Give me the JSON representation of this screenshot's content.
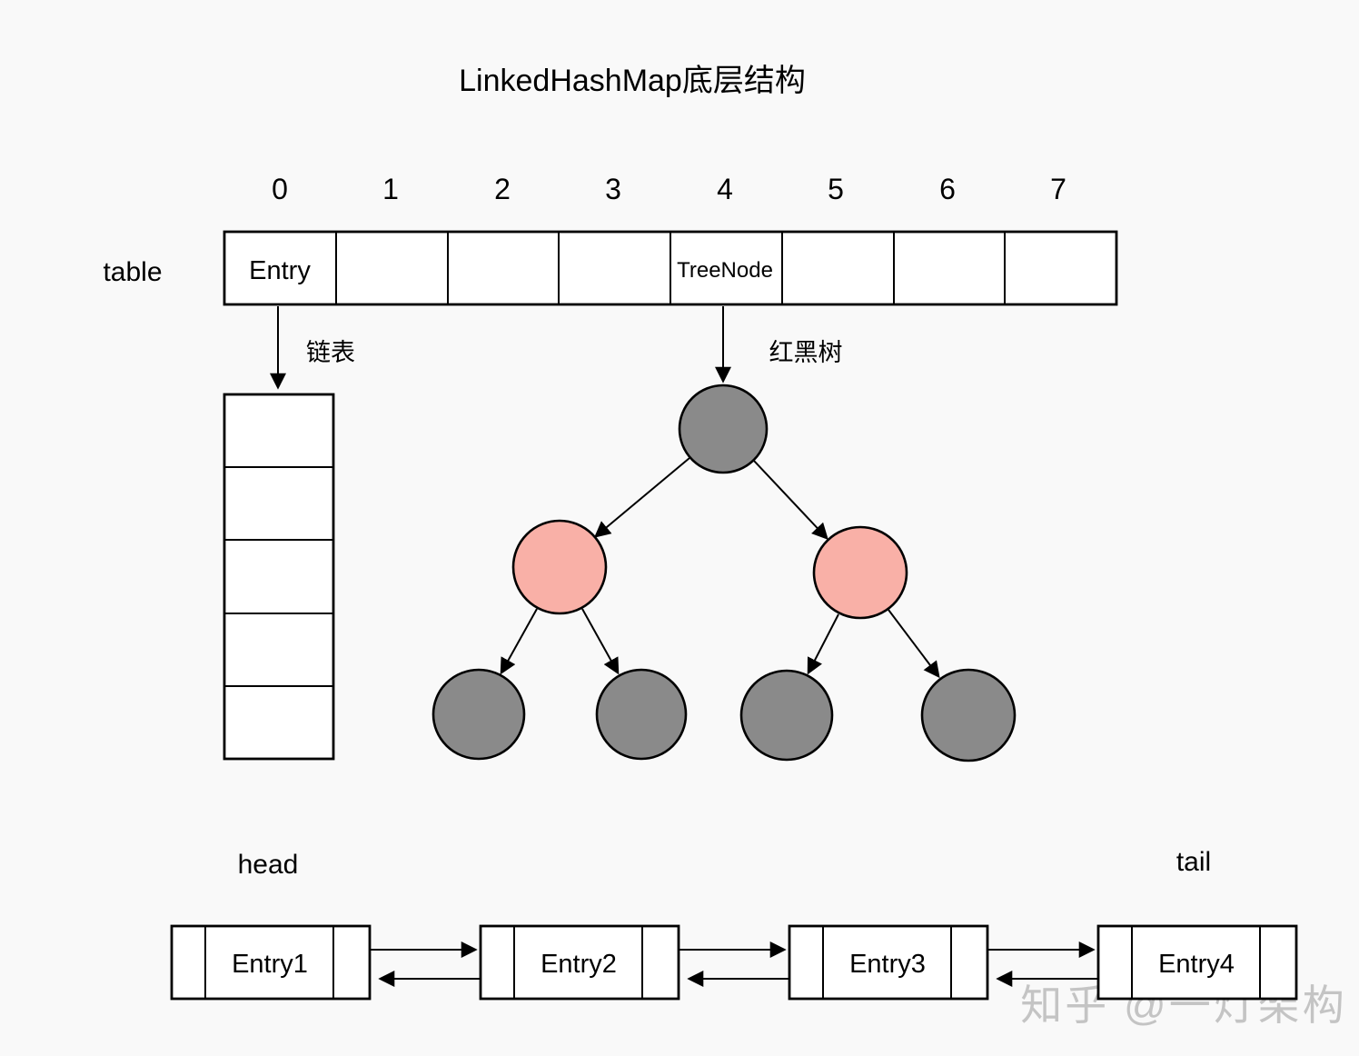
{
  "title": "LinkedHashMap底层结构",
  "table": {
    "label": "table",
    "indices": [
      "0",
      "1",
      "2",
      "3",
      "4",
      "5",
      "6",
      "7"
    ],
    "cells": [
      "Entry",
      "",
      "",
      "",
      "TreeNode",
      "",
      "",
      ""
    ]
  },
  "branches": {
    "linked_list_label": "链表",
    "red_black_tree_label": "红黑树"
  },
  "bucket_chain": {
    "cell_count": 5
  },
  "red_black_tree": {
    "root_color": "gray",
    "level2_colors": [
      "red",
      "red"
    ],
    "leaf_colors": [
      "gray",
      "gray",
      "gray",
      "gray"
    ]
  },
  "doubly_linked_list": {
    "head_label": "head",
    "tail_label": "tail",
    "entries": [
      "Entry1",
      "Entry2",
      "Entry3",
      "Entry4"
    ]
  },
  "watermark": "知乎 @一灯架构",
  "colors": {
    "background": "#f9f9f9",
    "box_fill": "#ffffff",
    "line": "#000000",
    "tree_node_gray": "#8a8a8a",
    "tree_node_red": "#f9b0a7",
    "watermark_gray": "#c4c4c4"
  }
}
